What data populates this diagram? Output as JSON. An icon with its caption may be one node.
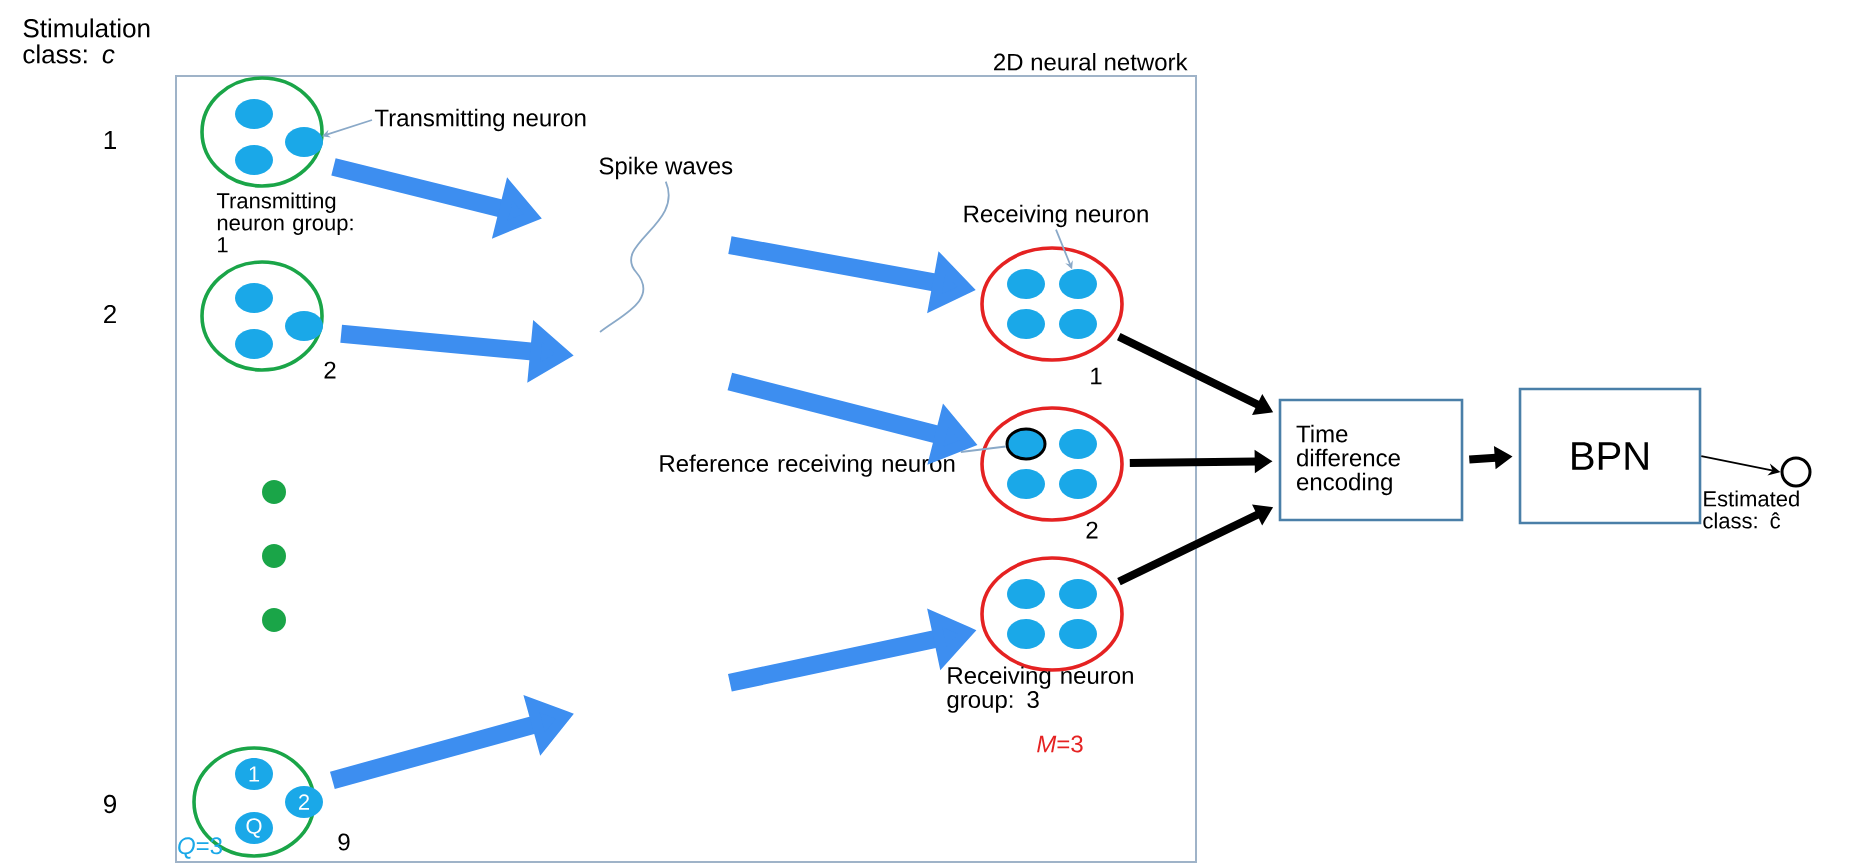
{
  "diagram": {
    "nodes": [
      {
        "text": [
          "2D neural network"
        ]
      },
      {
        "text": [],
        "shape": "circle",
        "in": 0,
        "beside": [
          "Transmitting neuron group: 1"
        ]
      },
      {
        "text": [],
        "shape": "circle",
        "in": 1
      },
      {
        "text": [],
        "shape": "circle",
        "in": 1
      },
      {
        "text": [],
        "shape": "circle",
        "in": 1
      },
      {
        "text": [
          "Transmitting neuron"
        ],
        "in": 0
      },
      {
        "text": [
          "Spike waves"
        ],
        "in": 0
      },
      {
        "text": [],
        "shape": "circle",
        "in": 0,
        "beside": [
          "2"
        ]
      },
      {
        "text": [],
        "shape": "circle",
        "in": 7
      },
      {
        "text": [],
        "shape": "circle",
        "in": 7
      },
      {
        "text": [],
        "shape": "circle",
        "in": 7
      },
      {
        "text": [
          "Receiving neuron"
        ],
        "in": 0
      },
      {
        "text": [],
        "shape": "circle",
        "in": 0,
        "beside": [
          "1"
        ]
      },
      {
        "text": [],
        "shape": "circle",
        "in": 12
      },
      {
        "text": [],
        "shape": "circle",
        "in": 12
      },
      {
        "text": [],
        "shape": "circle",
        "in": 12
      },
      {
        "text": [],
        "shape": "circle",
        "in": 12
      },
      {
        "text": [
          "Reference receiving neuron"
        ],
        "in": 0
      },
      {
        "text": [],
        "shape": "circle",
        "in": 0,
        "beside": [
          "2"
        ]
      },
      {
        "text": [],
        "shape": "circle",
        "in": 18
      },
      {
        "text": [],
        "shape": "circle",
        "in": 18
      },
      {
        "text": [],
        "shape": "circle",
        "in": 18
      },
      {
        "text": [],
        "shape": "circle",
        "in": 18
      },
      {
        "text": [],
        "shape": "circle",
        "in": 0,
        "beside": [
          "Receiving neuron group: 3"
        ]
      },
      {
        "text": [],
        "shape": "circle",
        "in": 23
      },
      {
        "text": [],
        "shape": "circle",
        "in": 23
      },
      {
        "text": [],
        "shape": "circle",
        "in": 23
      },
      {
        "text": [],
        "shape": "circle",
        "in": 23
      },
      {
        "text": [],
        "shape": "circle",
        "in": 0,
        "beside": [
          "9"
        ]
      },
      {
        "text": [
          "1"
        ],
        "in": 28
      },
      {
        "text": [
          "2"
        ],
        "in": 28
      },
      {
        "text": [
          "Q"
        ],
        "in": 28
      },
      {
        "text": [
          "Time difference encoding"
        ]
      },
      {
        "text": [
          "BPN"
        ]
      },
      {
        "text": [],
        "shape": "circle",
        "beside": [
          "Estimated class: ĉ"
        ]
      }
    ],
    "edges": [
      {
        "from": 1,
        "to": null,
        "arrow": "to",
        "style": "thick",
        "color": "#3d8ef0"
      },
      {
        "from": 7,
        "to": null,
        "arrow": "to",
        "style": "thick",
        "color": "#3d8ef0"
      },
      {
        "from": 28,
        "to": null,
        "arrow": "to",
        "style": "thick",
        "color": "#3d8ef0"
      },
      {
        "from": null,
        "to": 12,
        "arrow": "to",
        "style": "thick",
        "color": "#3d8ef0"
      },
      {
        "from": null,
        "to": 18,
        "arrow": "to",
        "style": "thick",
        "color": "#3d8ef0"
      },
      {
        "from": null,
        "to": 23,
        "arrow": "to",
        "style": "thick",
        "color": "#3d8ef0"
      },
      {
        "from": 12,
        "to": 32,
        "arrow": "to",
        "color": "#000000"
      },
      {
        "from": 18,
        "to": 32,
        "arrow": "to",
        "color": "#000000"
      },
      {
        "from": 23,
        "to": 32,
        "arrow": "to",
        "color": "#000000"
      },
      {
        "from": 32,
        "to": 33,
        "arrow": "to",
        "color": "#000000"
      },
      {
        "from": 33,
        "to": 34,
        "arrow": "to",
        "color": "#000000"
      },
      {
        "from": 5,
        "to": 3,
        "arrow": "to",
        "color": "#8aa9c8"
      },
      {
        "from": 6,
        "to": null,
        "arrow": "none",
        "color": "#8aa9c8"
      },
      {
        "from": 11,
        "to": 14,
        "arrow": "to",
        "color": "#8aa9c8"
      },
      {
        "from": 17,
        "to": 19,
        "arrow": "none",
        "color": "#8aa9c8"
      }
    ],
    "labels": [
      "Stimulation class: *c*",
      "1",
      "2",
      "9",
      "*M*=3",
      "*Q*=3"
    ]
  }
}
